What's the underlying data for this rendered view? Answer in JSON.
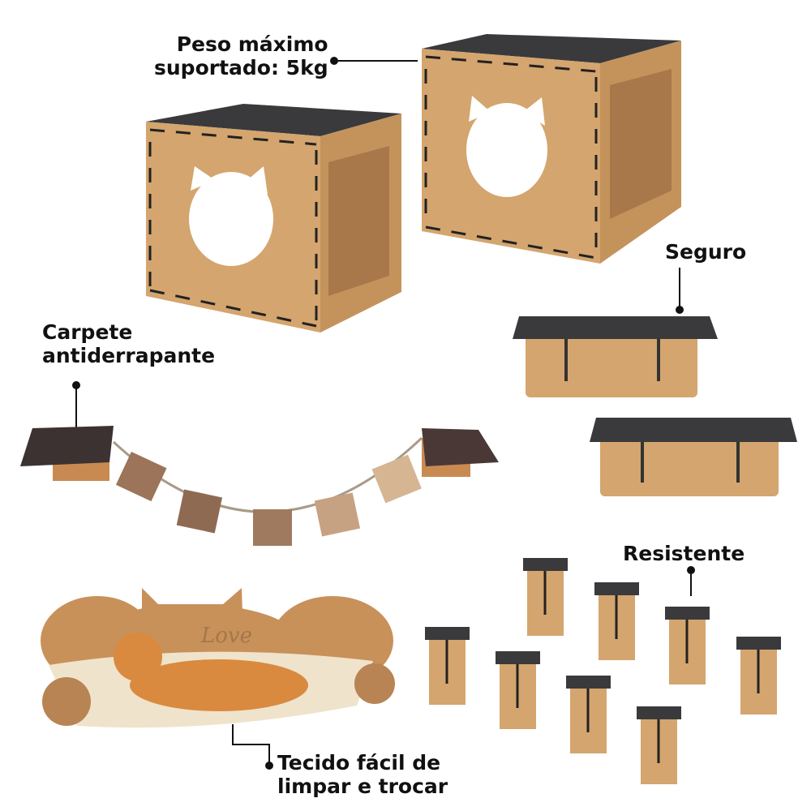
{
  "labels": {
    "max_weight": [
      "Peso máximo",
      "suportado: 5kg"
    ],
    "safe": "Seguro",
    "carpet": [
      "Carpete",
      "antiderrapante"
    ],
    "resistant": "Resistente",
    "fabric": [
      "Tecido fácil de",
      "limpar e trocar"
    ],
    "hammock_engraving": "Love"
  },
  "colors": {
    "mdf": "#d4a56e",
    "mdf_dark": "#b78550",
    "carpet": "#3a3a3c",
    "fabric": "#efe3cc",
    "cat": "#d98a3f"
  }
}
